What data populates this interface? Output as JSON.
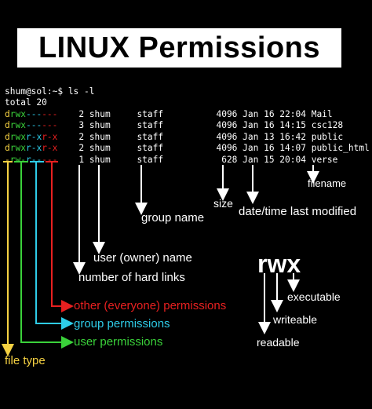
{
  "title": "LINUX Permissions",
  "terminal": {
    "prompt": "shum@sol:~$ ls -l",
    "total": "total 20",
    "rows": [
      {
        "t": "d",
        "u": "rwx",
        "g": "---",
        "o": "---",
        "links": "2",
        "owner": "shum",
        "group": "staff",
        "size": "4096",
        "date": "Jan 16 22:04",
        "name": "Mail"
      },
      {
        "t": "d",
        "u": "rwx",
        "g": "---",
        "o": "---",
        "links": "3",
        "owner": "shum",
        "group": "staff",
        "size": "4096",
        "date": "Jan 16 14:15",
        "name": "csc128"
      },
      {
        "t": "d",
        "u": "rwx",
        "g": "r-x",
        "o": "r-x",
        "links": "2",
        "owner": "shum",
        "group": "staff",
        "size": "4096",
        "date": "Jan 13 16:42",
        "name": "public"
      },
      {
        "t": "d",
        "u": "rwx",
        "g": "r-x",
        "o": "r-x",
        "links": "2",
        "owner": "shum",
        "group": "staff",
        "size": "4096",
        "date": "Jan 16 14:07",
        "name": "public_html"
      },
      {
        "t": "-",
        "u": "rw-",
        "g": "r--",
        "o": "---",
        "links": "1",
        "owner": "shum",
        "group": "staff",
        "size": " 628",
        "date": "Jan 15 20:04",
        "name": "verse"
      }
    ]
  },
  "labels": {
    "filename": "filename",
    "datetime": "date/time last modified",
    "size": "size",
    "group_name": "group name",
    "user_name": "user (owner) name",
    "hard_links": "number of hard links",
    "other": "other (everyone) permissions",
    "group_perm": "group permissions",
    "user_perm": "user permissions",
    "file_type": "file type",
    "rwx": "rwx",
    "executable": "executable",
    "writeable": "writeable",
    "readable": "readable"
  },
  "colors": {
    "file_type": "#f5d142",
    "user": "#3ad13a",
    "group": "#2ecce8",
    "other": "#e82020"
  }
}
